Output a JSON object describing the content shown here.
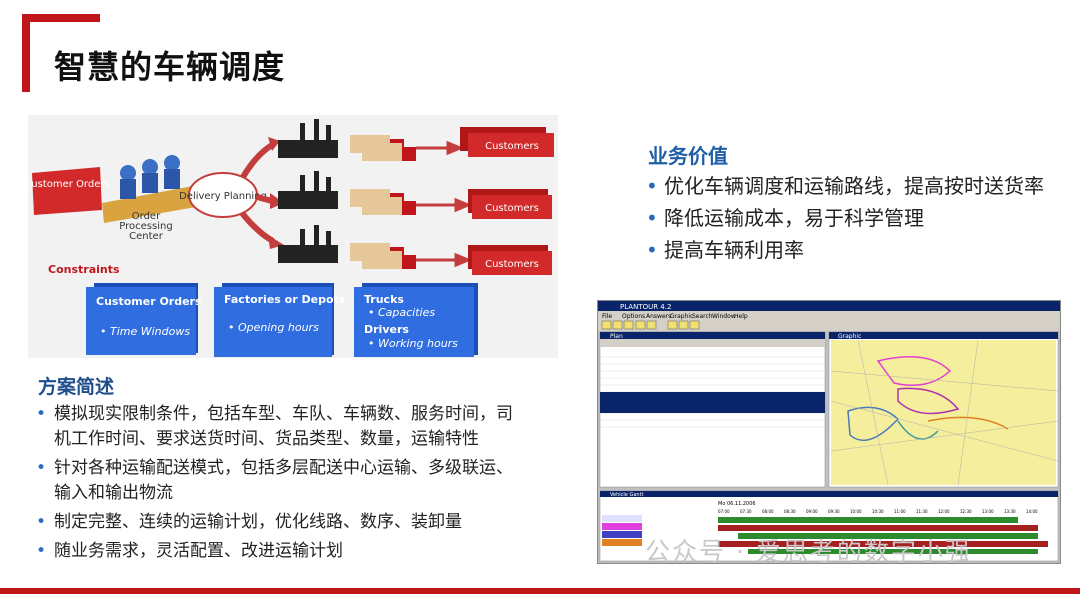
{
  "slide": {
    "title": "智慧的车辆调度",
    "accent_color": "#c0161b",
    "heading_color": "#1f5fa8"
  },
  "diagram": {
    "customer_orders": "Customer Orders",
    "order_processing_center": [
      "Order",
      "Processing",
      "Center"
    ],
    "delivery_planning": "Delivery Planning",
    "customers_labels": [
      "Customers",
      "Customers",
      "Customers"
    ],
    "constraints": "Constraints",
    "box1": {
      "title": "Customer Orders",
      "items": [
        "• Time Windows"
      ]
    },
    "box2": {
      "title": "Factories or Depots",
      "items": [
        "• Opening hours"
      ]
    },
    "box3": {
      "title": "Trucks",
      "items": [
        "• Capacities"
      ],
      "title2": "Drivers",
      "items2": [
        "• Working hours"
      ]
    }
  },
  "plan": {
    "heading": "方案简述",
    "items": [
      "模拟现实限制条件，包括车型、车队、车辆数、服务时间，司机工作时间、要求送货时间、货品类型、数量，运输特性",
      "针对各种运输配送模式，包括多层配送中心运输、多级联运、输入和输出物流",
      "制定完整、连续的运输计划，优化线路、数序、装卸量",
      "随业务需求，灵活配置、改进运输计划"
    ]
  },
  "value": {
    "heading": "业务价值",
    "items": [
      "优化车辆调度和运输路线，提高按时送货率",
      "降低运输成本，易于科学管理",
      "提高车辆利用率"
    ]
  },
  "screenshot": {
    "window_title": "PLANTOUR 4.2",
    "menu": [
      "File",
      "Options",
      "Answers",
      "Graphic",
      "Search",
      "Window",
      "Help"
    ],
    "list_title": "Plan",
    "map_title": "Graphic",
    "gantt_title": "Vehicle Gantt",
    "gantt_date": "Mo 06.11.2006",
    "gantt_hours": [
      "07:00",
      "07:30",
      "08:00",
      "08:30",
      "09:00",
      "09:30",
      "10:00",
      "10:30",
      "11:00",
      "11:30",
      "12:00",
      "12:30",
      "13:00",
      "13:30",
      "14:00"
    ]
  },
  "watermark": "公众号 · 爱思考的数字小强"
}
